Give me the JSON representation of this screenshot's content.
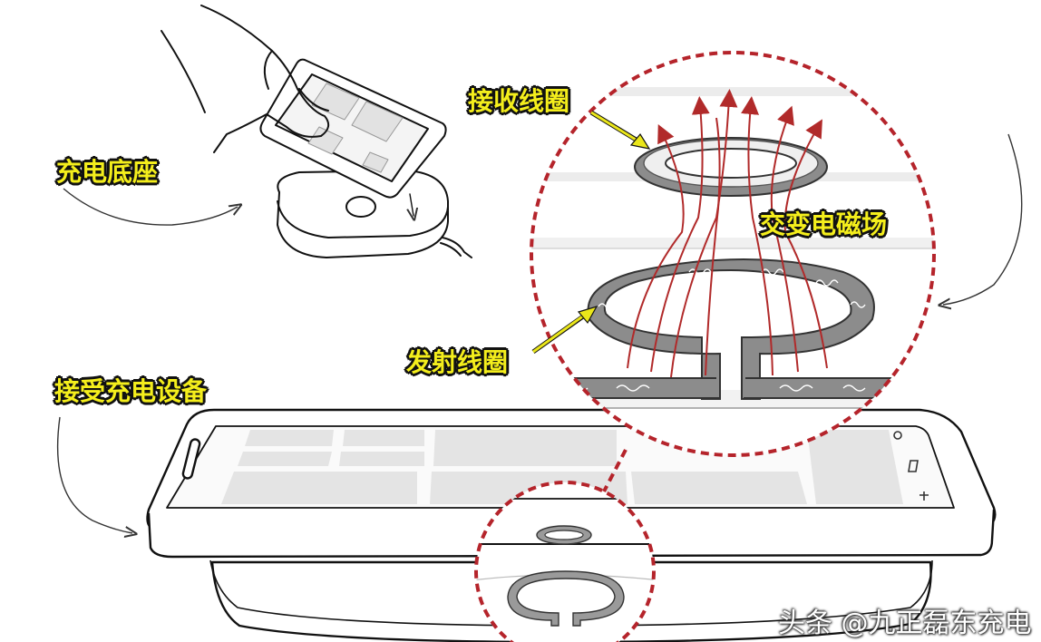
{
  "labels": {
    "charging_base": "充电底座",
    "receiver_coil": "接收线圈",
    "alternating_field": "交变电磁场",
    "transmitter_coil": "发射线圈",
    "receiving_device": "接受充电设备"
  },
  "watermark": "头条 @九正磊东充电",
  "colors": {
    "label_fill": "#f4ee1c",
    "label_outline": "#111111",
    "dashed_circle": "#b5242b",
    "field_lines": "#b12a2a",
    "coil_fill": "#8c8c8c",
    "pointer_arrow": "#eae61a"
  }
}
